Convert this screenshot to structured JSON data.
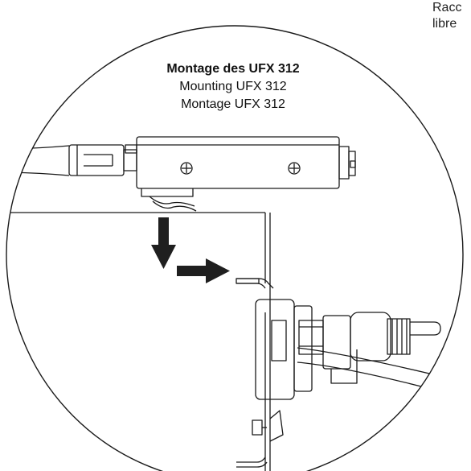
{
  "corner_text": {
    "line1": "Racc",
    "line2": "libre"
  },
  "title": {
    "french": "Montage des UFX 312",
    "english": "Mounting UFX 312",
    "german": "Montage UFX 312"
  },
  "icons": {
    "screw": "screw-head-icon",
    "arrow_down": "arrow-down-icon",
    "arrow_right": "arrow-right-icon"
  },
  "colors": {
    "line": "#1a1a1a",
    "arrow": "#1f1f1f",
    "background": "#ffffff"
  }
}
